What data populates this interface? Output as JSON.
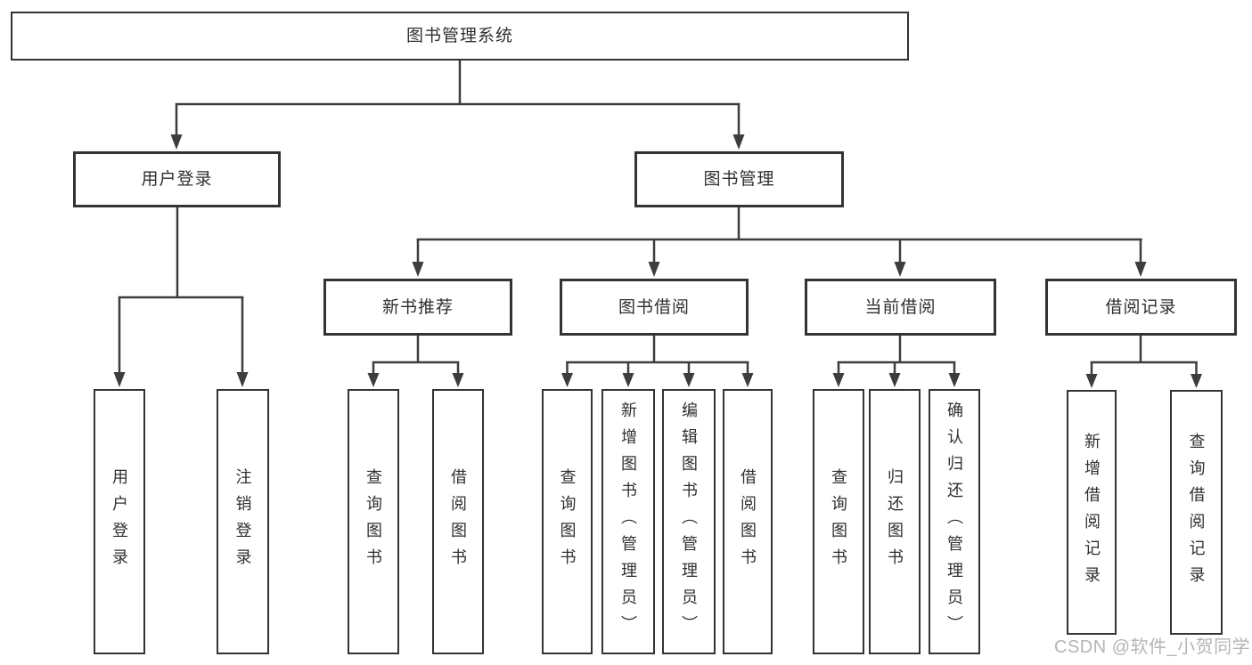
{
  "diagram": {
    "root": {
      "label": "图书管理系统"
    },
    "branches": [
      {
        "label": "用户登录",
        "children": [
          {
            "label": "用户登录"
          },
          {
            "label": "注销登录"
          }
        ]
      },
      {
        "label": "图书管理",
        "children": [
          {
            "label": "新书推荐",
            "children": [
              {
                "label": "查询图书"
              },
              {
                "label": "借阅图书"
              }
            ]
          },
          {
            "label": "图书借阅",
            "children": [
              {
                "label": "查询图书"
              },
              {
                "label": "新增图书（管理员）"
              },
              {
                "label": "编辑图书（管理员）"
              },
              {
                "label": "借阅图书"
              }
            ]
          },
          {
            "label": "当前借阅",
            "children": [
              {
                "label": "查询图书"
              },
              {
                "label": "归还图书"
              },
              {
                "label": "确认归还（管理员）"
              }
            ]
          },
          {
            "label": "借阅记录",
            "children": [
              {
                "label": "新增借阅记录"
              },
              {
                "label": "查询借阅记录"
              }
            ]
          }
        ]
      }
    ]
  },
  "watermark": {
    "text": "CSDN @软件_小贺同学"
  },
  "colors": {
    "line": "#3d3d3d",
    "box_border": "#333333",
    "text": "#2f2f2f",
    "watermark": "#b5b5b5",
    "background": "#ffffff"
  }
}
